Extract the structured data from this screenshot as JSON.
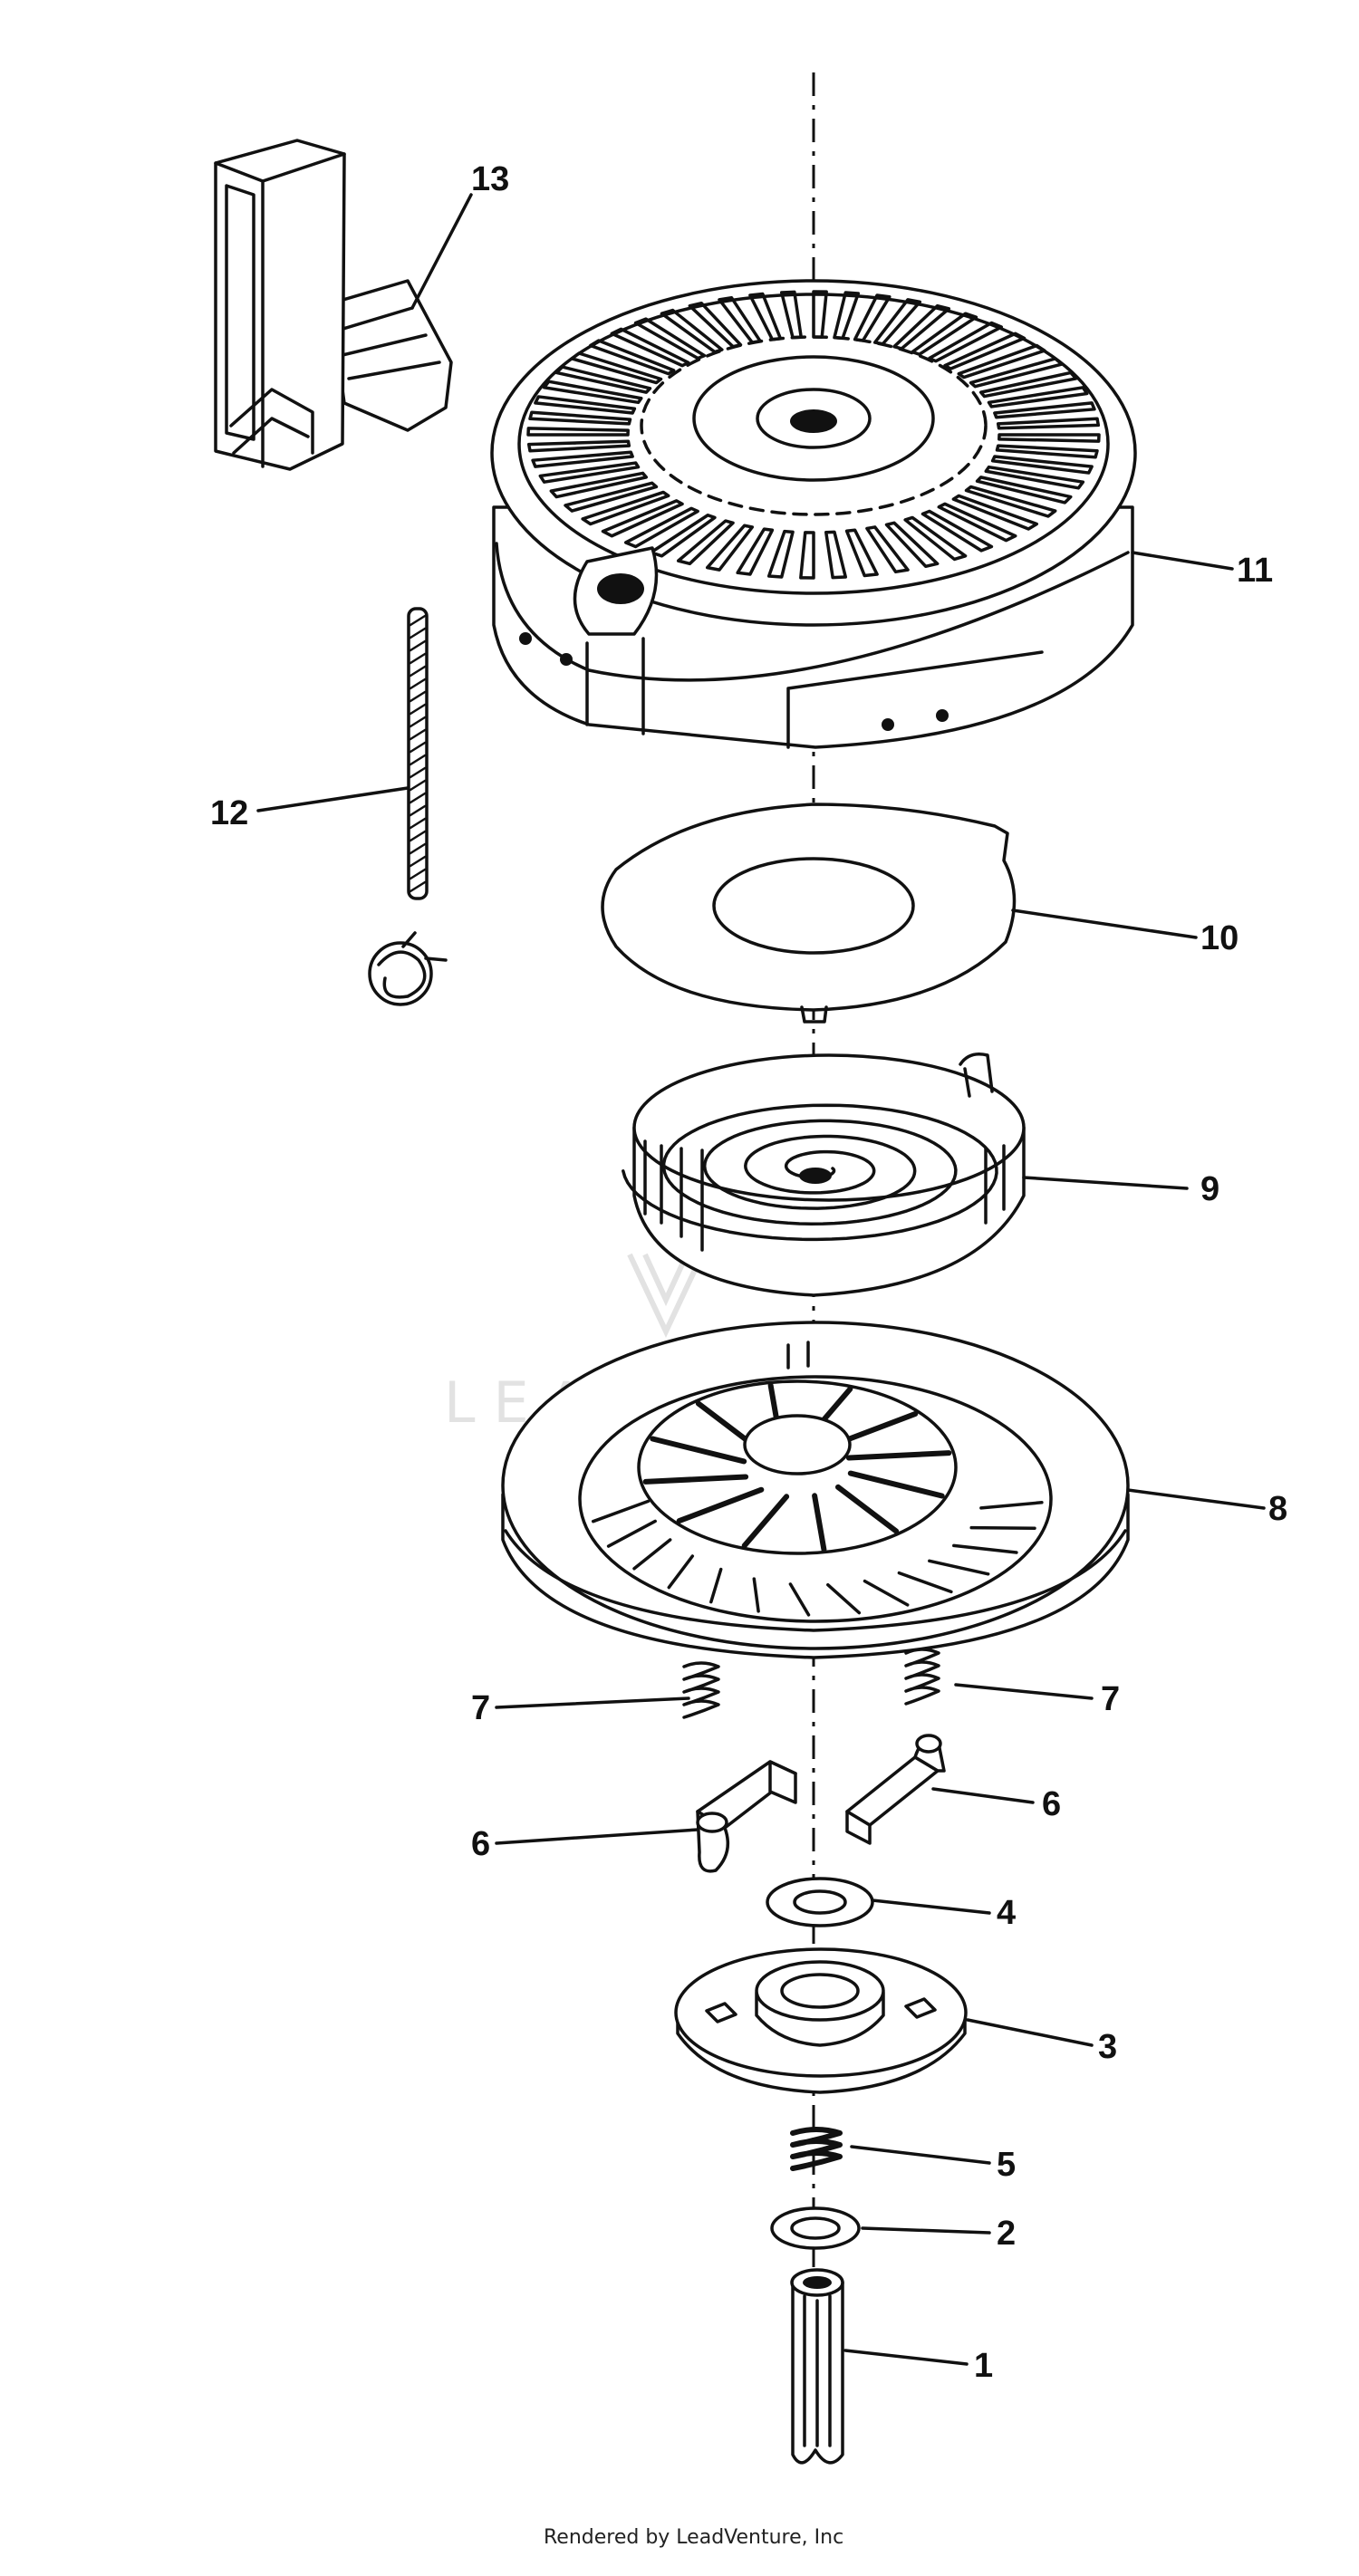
{
  "diagram": {
    "footer": "Rendered by LeadVenture, Inc",
    "watermark": "LEADVENTURE",
    "parts": [
      {
        "callout": "1",
        "icon": "starter-cup-sleeve-icon"
      },
      {
        "callout": "2",
        "icon": "washer-icon"
      },
      {
        "callout": "3",
        "icon": "dog-retainer-icon"
      },
      {
        "callout": "4",
        "icon": "washer-icon"
      },
      {
        "callout": "5",
        "icon": "brake-spring-icon"
      },
      {
        "callout": "6",
        "icon": "starter-dog-icon"
      },
      {
        "callout": "6",
        "icon": "starter-dog-icon"
      },
      {
        "callout": "7",
        "icon": "dog-spring-icon"
      },
      {
        "callout": "7",
        "icon": "dog-spring-icon"
      },
      {
        "callout": "8",
        "icon": "pulley-icon"
      },
      {
        "callout": "9",
        "icon": "recoil-spring-icon"
      },
      {
        "callout": "10",
        "icon": "spring-cover-plate-icon"
      },
      {
        "callout": "11",
        "icon": "starter-housing-icon"
      },
      {
        "callout": "12",
        "icon": "starter-rope-icon"
      },
      {
        "callout": "13",
        "icon": "starter-handle-icon"
      }
    ]
  }
}
